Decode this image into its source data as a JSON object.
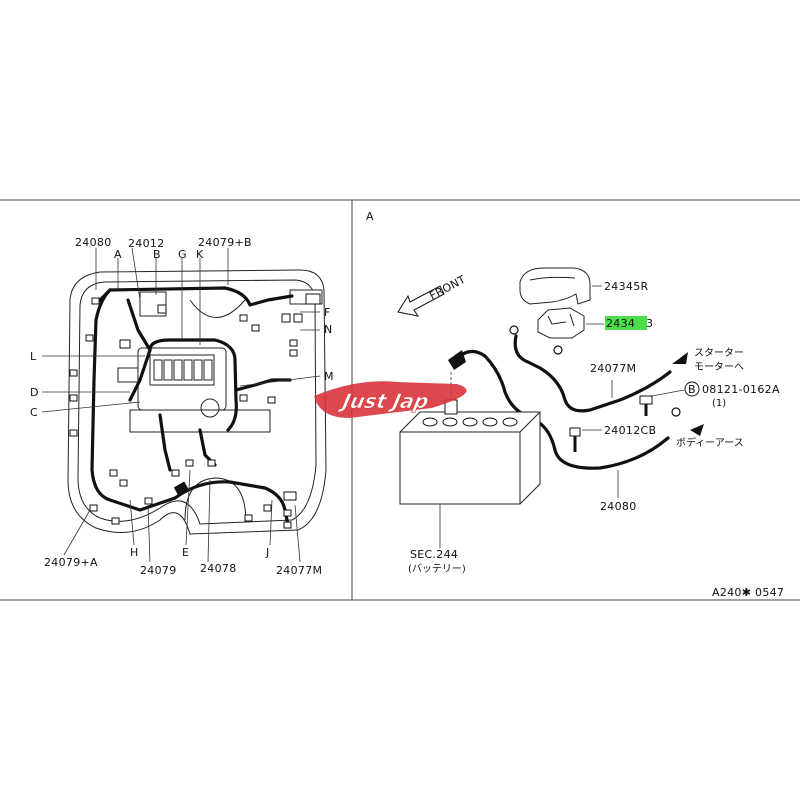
{
  "colors": {
    "line": "#111111",
    "highlight": "#4be04b",
    "logo_red": "#d8343a",
    "logo_fill": "#ffffff"
  },
  "watermark": {
    "text": "Just Jap",
    "icon": "just-jap-logo"
  },
  "left": {
    "labels": [
      {
        "id": "24080-top",
        "text": "24080"
      },
      {
        "id": "24012",
        "text": "24012"
      },
      {
        "id": "24079B",
        "text": "24079+B"
      },
      {
        "id": "A",
        "text": "A"
      },
      {
        "id": "B",
        "text": "B"
      },
      {
        "id": "G",
        "text": "G"
      },
      {
        "id": "K",
        "text": "K"
      },
      {
        "id": "F",
        "text": "F"
      },
      {
        "id": "N",
        "text": "N"
      },
      {
        "id": "L",
        "text": "L"
      },
      {
        "id": "M",
        "text": "M"
      },
      {
        "id": "D",
        "text": "D"
      },
      {
        "id": "C",
        "text": "C"
      },
      {
        "id": "H",
        "text": "H"
      },
      {
        "id": "E",
        "text": "E"
      },
      {
        "id": "J",
        "text": "J"
      },
      {
        "id": "24079A",
        "text": "24079+A"
      },
      {
        "id": "24079",
        "text": "24079"
      },
      {
        "id": "24078",
        "text": "24078"
      },
      {
        "id": "24077M-left",
        "text": "24077M"
      }
    ]
  },
  "right": {
    "section_label": "A",
    "front_label": "FRONT",
    "part_24345R": "24345R",
    "part_24343_highlight": "2434",
    "part_24343_suffix": "3",
    "part_24077M": "24077M",
    "starter_line1": "スターター",
    "starter_line2": "モーターへ",
    "bolt_symbol": "B",
    "bolt_part": "08121-0162A",
    "bolt_qty": "(1)",
    "part_24012CB": "24012CB",
    "body_earth": "ボディーアース",
    "part_24080": "24080",
    "sec_label": "SEC.244",
    "battery_label": "(バッテリー)",
    "diagram_code": "A240\u0000 0547"
  }
}
